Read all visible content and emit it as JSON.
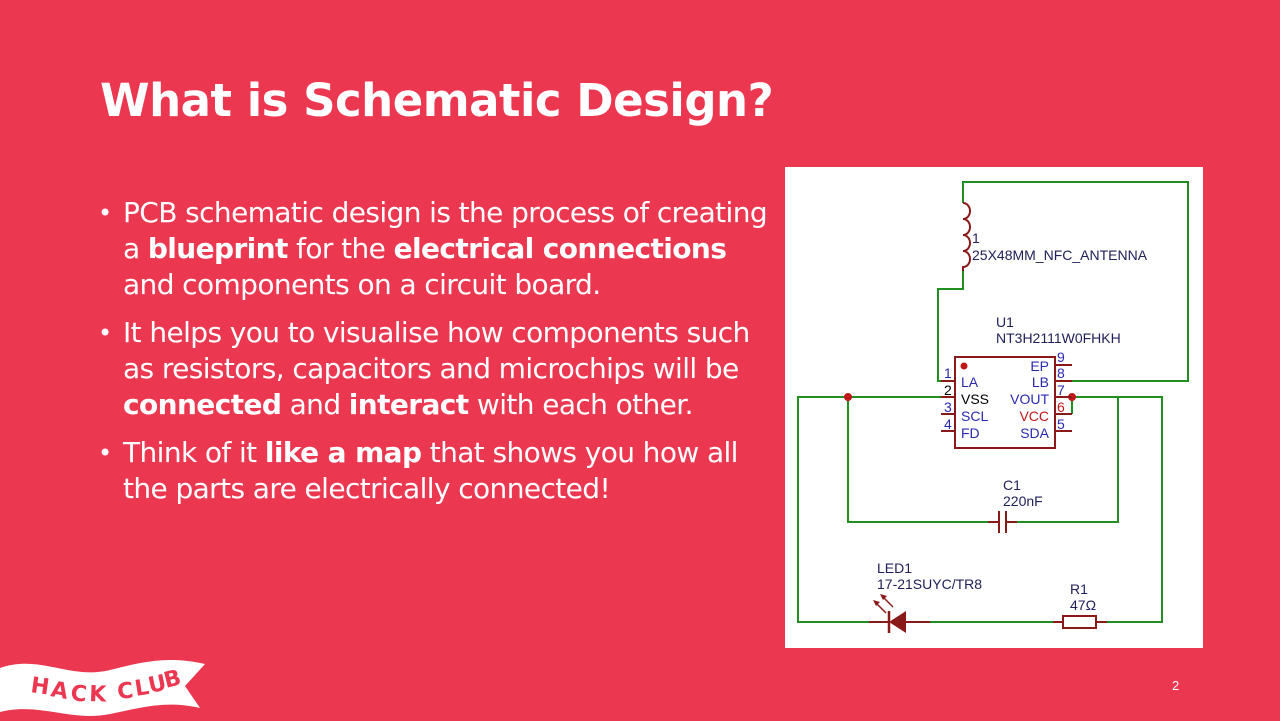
{
  "slide": {
    "title": "What is Schematic Design?",
    "page_number": "2",
    "bullets": [
      [
        {
          "text": "PCB schematic design is the process of creating a ",
          "bold": false
        },
        {
          "text": "blueprint",
          "bold": true
        },
        {
          "text": " for the ",
          "bold": false
        },
        {
          "text": "electrical connections",
          "bold": true
        },
        {
          "text": " and components on a circuit board.",
          "bold": false
        }
      ],
      [
        {
          "text": "It helps you to visualise how components such as resistors, capacitors and microchips will be ",
          "bold": false
        },
        {
          "text": "connected",
          "bold": true
        },
        {
          "text": " and ",
          "bold": false
        },
        {
          "text": "interact",
          "bold": true
        },
        {
          "text": " with each other.",
          "bold": false
        }
      ],
      [
        {
          "text": "Think of it ",
          "bold": false
        },
        {
          "text": "like a map",
          "bold": true
        },
        {
          "text": " that shows you how all the parts are electrically connected!",
          "bold": false
        }
      ]
    ]
  },
  "schematic": {
    "antenna_pin": "1",
    "antenna_name": "25X48MM_NFC_ANTENNA",
    "u1_ref": "U1",
    "u1_value": "NT3H2111W0FHKH",
    "left_pins": [
      {
        "num": "1",
        "name": "LA"
      },
      {
        "num": "2",
        "name": "VSS"
      },
      {
        "num": "3",
        "name": "SCL"
      },
      {
        "num": "4",
        "name": "FD"
      }
    ],
    "right_pins": [
      {
        "num": "9",
        "name": "EP"
      },
      {
        "num": "8",
        "name": "LB"
      },
      {
        "num": "7",
        "name": "VOUT"
      },
      {
        "num": "6",
        "name": "VCC"
      },
      {
        "num": "5",
        "name": "SDA"
      }
    ],
    "c1_ref": "C1",
    "c1_value": "220nF",
    "led_ref": "LED1",
    "led_value": "17-21SUYC/TR8",
    "r1_ref": "R1",
    "r1_value": "47Ω",
    "colors": {
      "wire": "#1f8f1f",
      "part": "#8a1a1a",
      "junction": "#c01818"
    }
  },
  "logo": {
    "text": "HACK CLUB"
  }
}
